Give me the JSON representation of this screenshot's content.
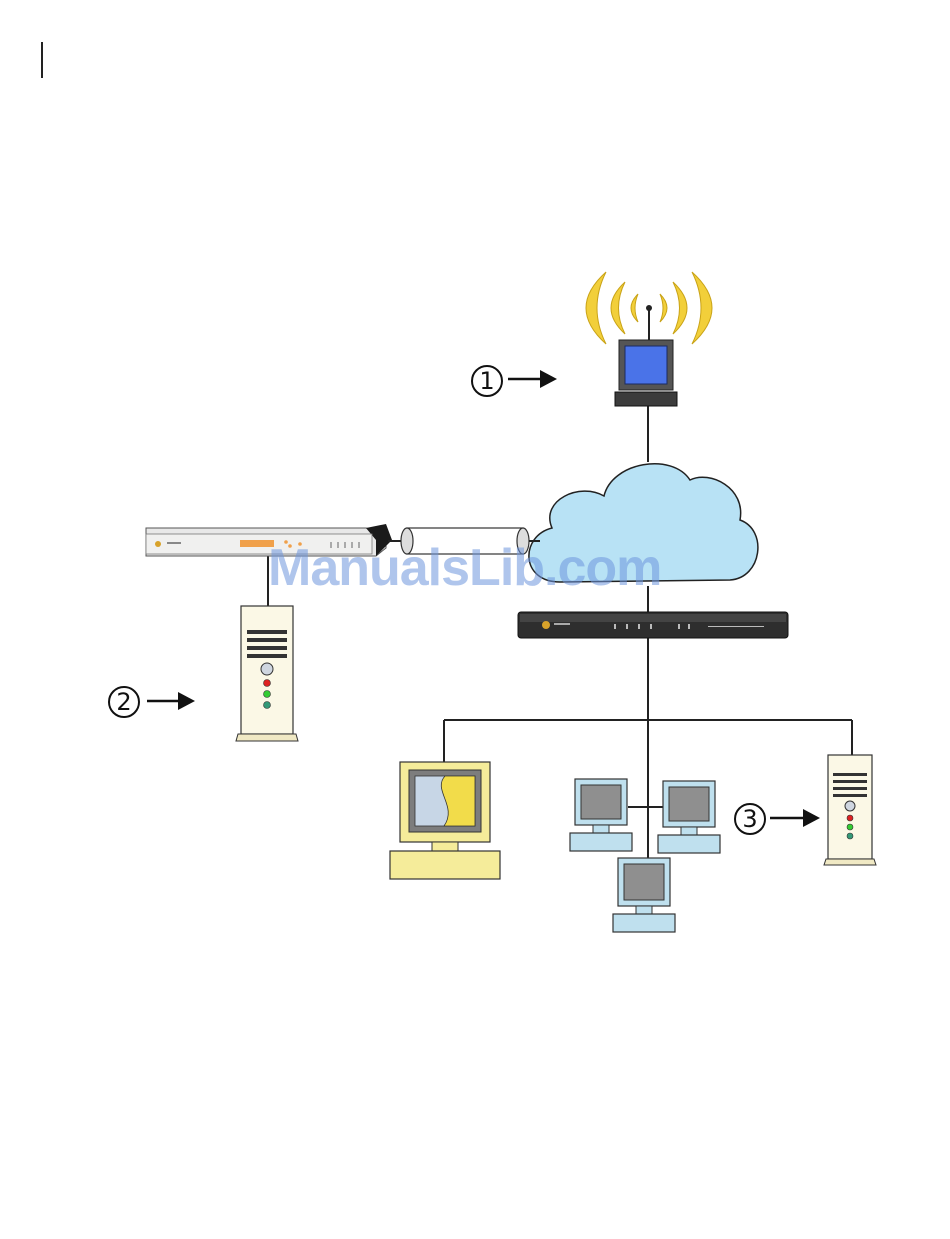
{
  "callouts": {
    "one": "1",
    "two": "2",
    "three": "3"
  },
  "watermark": "ManualsLib.com",
  "icons": {
    "wireless_access_point": "wireless-access-point-icon",
    "internet": "cloud-icon",
    "rack_appliance": "rack-appliance-icon",
    "tunnel": "tunnel-icon",
    "desktop_appliance": "network-appliance-icon",
    "server": "server-tower-icon",
    "workstation": "computer-icon"
  },
  "colors": {
    "wave": "#f2cf3a",
    "cloud": "#b8e2f5",
    "client_pc": "#bfe0ee",
    "admin_pc": "#f5ec9a",
    "server": "#fbf8e6",
    "screen_blue": "#4a73e8",
    "line": "#222222"
  }
}
